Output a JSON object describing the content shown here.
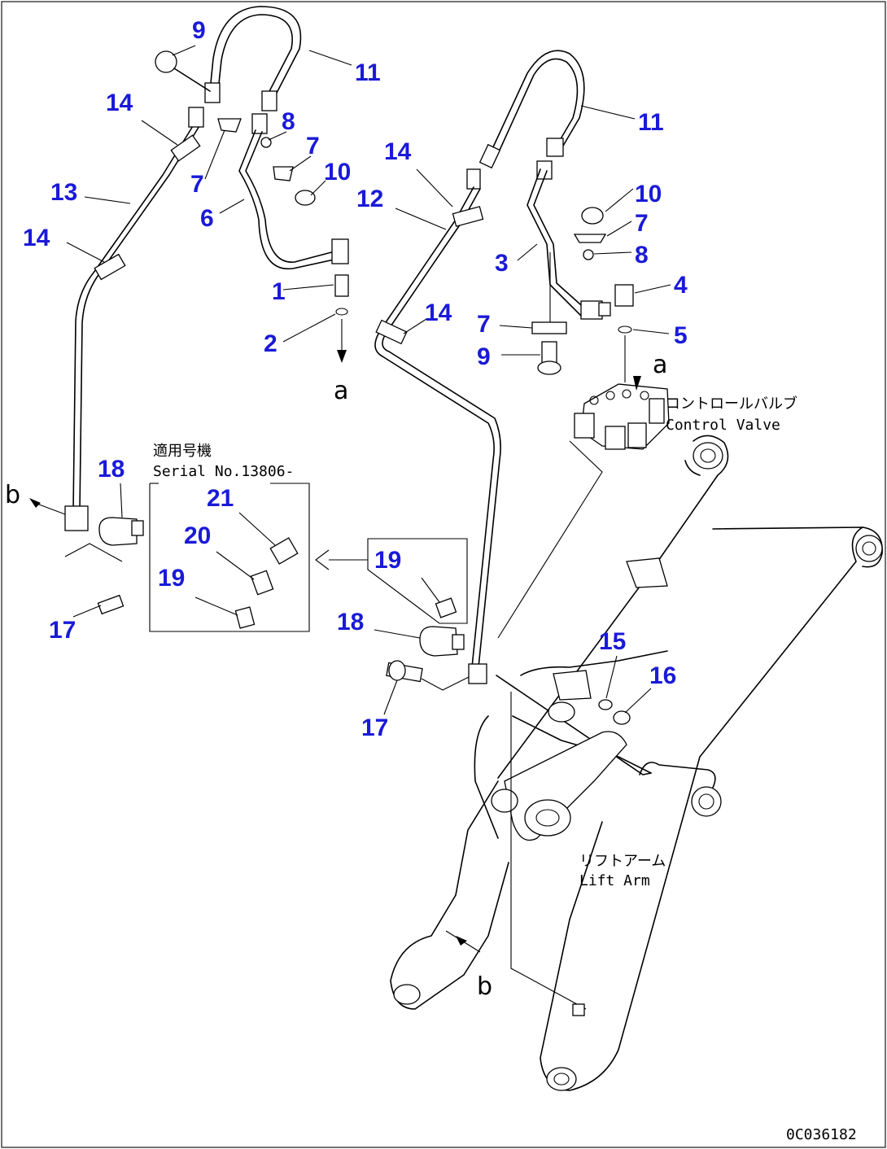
{
  "diagram": {
    "callouts": [
      "1",
      "2",
      "3",
      "4",
      "5",
      "6",
      "7",
      "8",
      "9",
      "10",
      "11",
      "12",
      "13",
      "14",
      "15",
      "16",
      "17",
      "18",
      "19",
      "20",
      "21"
    ],
    "view_marks": {
      "a": "a",
      "b": "b"
    },
    "control_valve": {
      "jp": "コントロールバルブ",
      "en": "Control Valve"
    },
    "lift_arm": {
      "jp": "リフトアーム",
      "en": "Lift Arm"
    },
    "serial_box": {
      "jp": "適用号機",
      "en": "Serial No.13806-"
    },
    "drawing_code": "0C036182"
  }
}
